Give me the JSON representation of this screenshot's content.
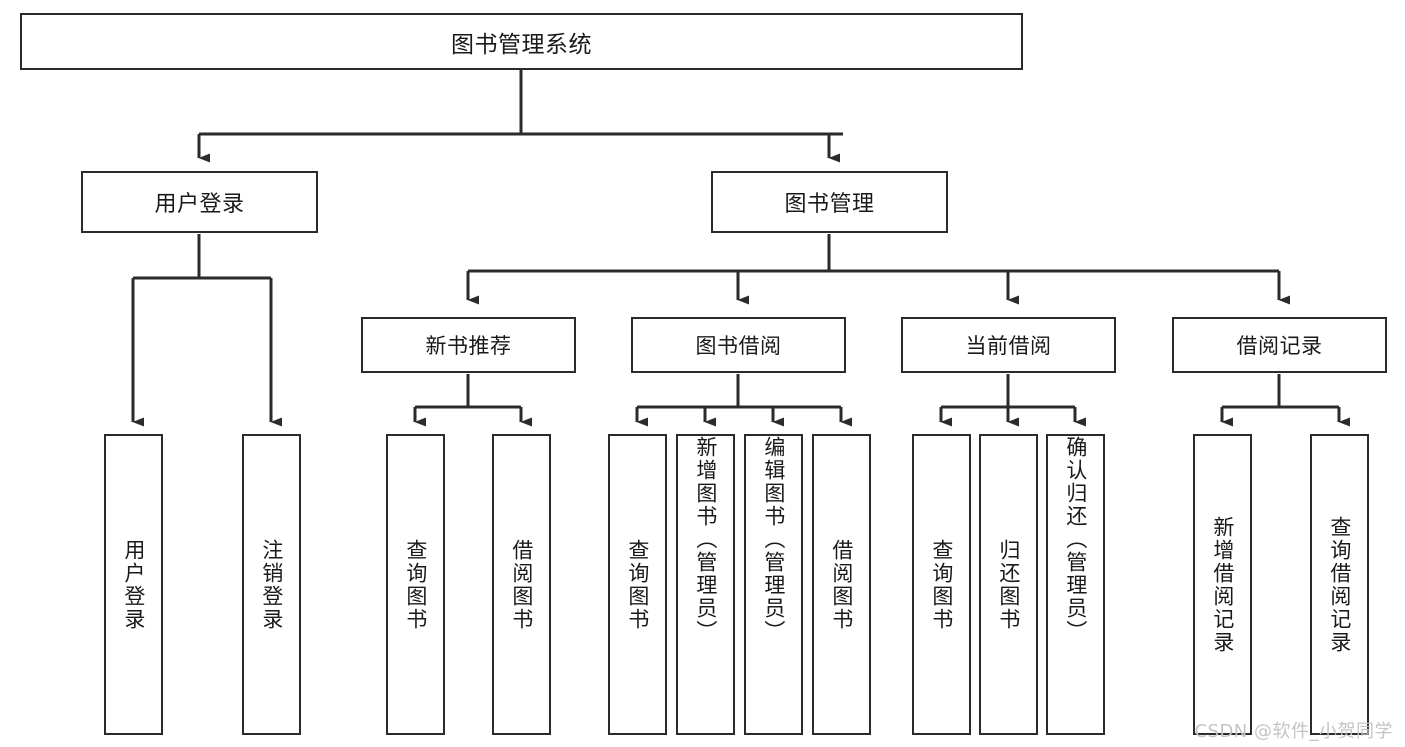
{
  "diagram": {
    "title": "图书管理系统",
    "type": "tree-hierarchy-diagram",
    "colors": {
      "background": "#ffffff",
      "box_border": "#2b2b2b",
      "box_fill": "#ffffff",
      "connector": "#2b2b2b",
      "text": "#1a1a1a",
      "watermark": "#c4c4c4"
    },
    "root": {
      "label": "图书管理系统"
    },
    "level1": [
      {
        "label": "用户登录"
      },
      {
        "label": "图书管理"
      }
    ],
    "level2": [
      {
        "label": "新书推荐"
      },
      {
        "label": "图书借阅"
      },
      {
        "label": "当前借阅"
      },
      {
        "label": "借阅记录"
      }
    ],
    "leaves": {
      "user_login": [
        {
          "label": "用户登录"
        },
        {
          "label": "注销登录"
        }
      ],
      "new_book_recommend": [
        {
          "label": "查询图书"
        },
        {
          "label": "借阅图书"
        }
      ],
      "book_borrow": [
        {
          "label": "查询图书"
        },
        {
          "label": "新增图书（管理员）"
        },
        {
          "label": "编辑图书（管理员）"
        },
        {
          "label": "借阅图书"
        }
      ],
      "current_borrow": [
        {
          "label": "查询图书"
        },
        {
          "label": "归还图书"
        },
        {
          "label": "确认归还（管理员）"
        }
      ],
      "borrow_record": [
        {
          "label": "新增借阅记录"
        },
        {
          "label": "查询借阅记录"
        }
      ]
    }
  },
  "watermark": {
    "text": "CSDN @软件_小贺同学"
  }
}
